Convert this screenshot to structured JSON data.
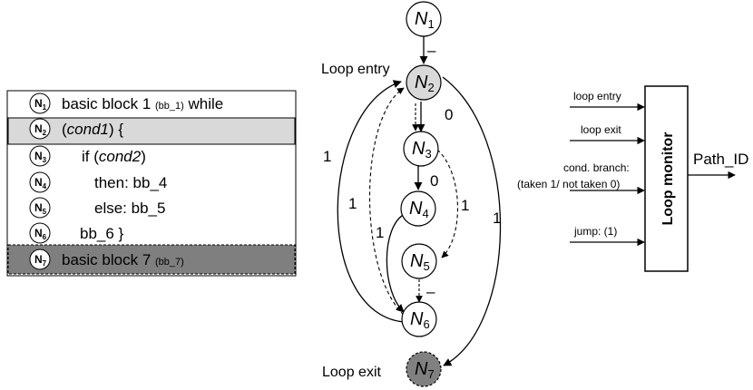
{
  "code_box": {
    "rows": [
      {
        "node": "N",
        "node_sub": "1",
        "parts": [
          {
            "t": "basic block 1 "
          },
          {
            "t": "(bb_1)",
            "small": true
          },
          {
            "t": " while"
          }
        ]
      },
      {
        "node": "N",
        "node_sub": "2",
        "parts": [
          {
            "t": "(",
            "it": false
          },
          {
            "t": "cond1",
            "it": true
          },
          {
            "t": ") {"
          }
        ]
      },
      {
        "node": "N",
        "node_sub": "3",
        "parts": [
          {
            "t": "if ("
          },
          {
            "t": "cond2",
            "it": true
          },
          {
            "t": ")"
          }
        ]
      },
      {
        "node": "N",
        "node_sub": "4",
        "parts": [
          {
            "t": "then: bb_4"
          }
        ]
      },
      {
        "node": "N",
        "node_sub": "5",
        "parts": [
          {
            "t": "else: bb_5"
          }
        ]
      },
      {
        "node": "N",
        "node_sub": "6",
        "parts": [
          {
            "t": "bb_6 }"
          }
        ]
      },
      {
        "node": "N",
        "node_sub": "7",
        "parts": [
          {
            "t": "basic block 7 "
          },
          {
            "t": "(bb_7)",
            "small": true
          }
        ]
      }
    ]
  },
  "graph": {
    "nodes": [
      {
        "id": "n1",
        "label": "N",
        "sub": "1",
        "style": "white"
      },
      {
        "id": "n2",
        "label": "N",
        "sub": "2",
        "style": "lightgray"
      },
      {
        "id": "n3",
        "label": "N",
        "sub": "3",
        "style": "white"
      },
      {
        "id": "n4",
        "label": "N",
        "sub": "4",
        "style": "white"
      },
      {
        "id": "n5",
        "label": "N",
        "sub": "5",
        "style": "white"
      },
      {
        "id": "n6",
        "label": "N",
        "sub": "6",
        "style": "white"
      },
      {
        "id": "n7",
        "label": "N",
        "sub": "7",
        "style": "darkgray"
      }
    ],
    "loop_entry_label": "Loop entry",
    "loop_exit_label": "Loop exit",
    "edge_labels": {
      "n1_n2": "–",
      "n2_n7": "0",
      "n3_n4": "0",
      "n3_n5": "1",
      "n2_n7_outer": "1",
      "n6_n2_outer": "1",
      "n6_n2_dashed": "1",
      "n4_n6": "1",
      "n5_n6": "–"
    }
  },
  "monitor": {
    "title": "Loop monitor",
    "inputs": [
      "loop entry",
      "loop exit",
      "cond. branch:",
      "(taken 1/ not taken 0)",
      "jump: (1)"
    ],
    "output": "Path_ID"
  },
  "colors": {
    "light_fill": "#d9d9d9",
    "dark_fill": "#7f7f7f",
    "node_fill_light": "#d9d9d9",
    "node_fill_dark": "#808080"
  }
}
